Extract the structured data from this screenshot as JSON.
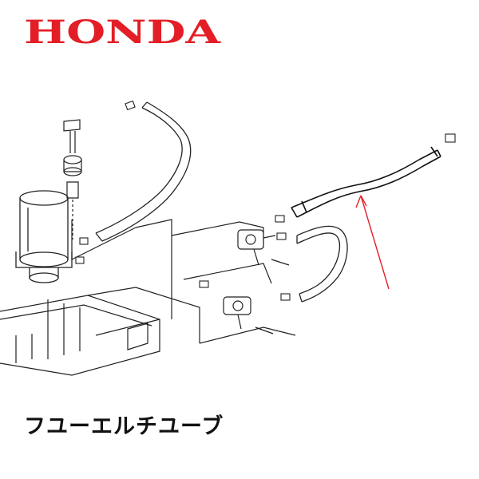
{
  "brand": {
    "name": "HONDA",
    "color": "#e31e26"
  },
  "diagram": {
    "subject-icon": "fuel-tube-diagram",
    "highlight_color": "#e31e26",
    "line_color": "#222222"
  },
  "caption": {
    "text": "フユーエルチユーブ"
  }
}
